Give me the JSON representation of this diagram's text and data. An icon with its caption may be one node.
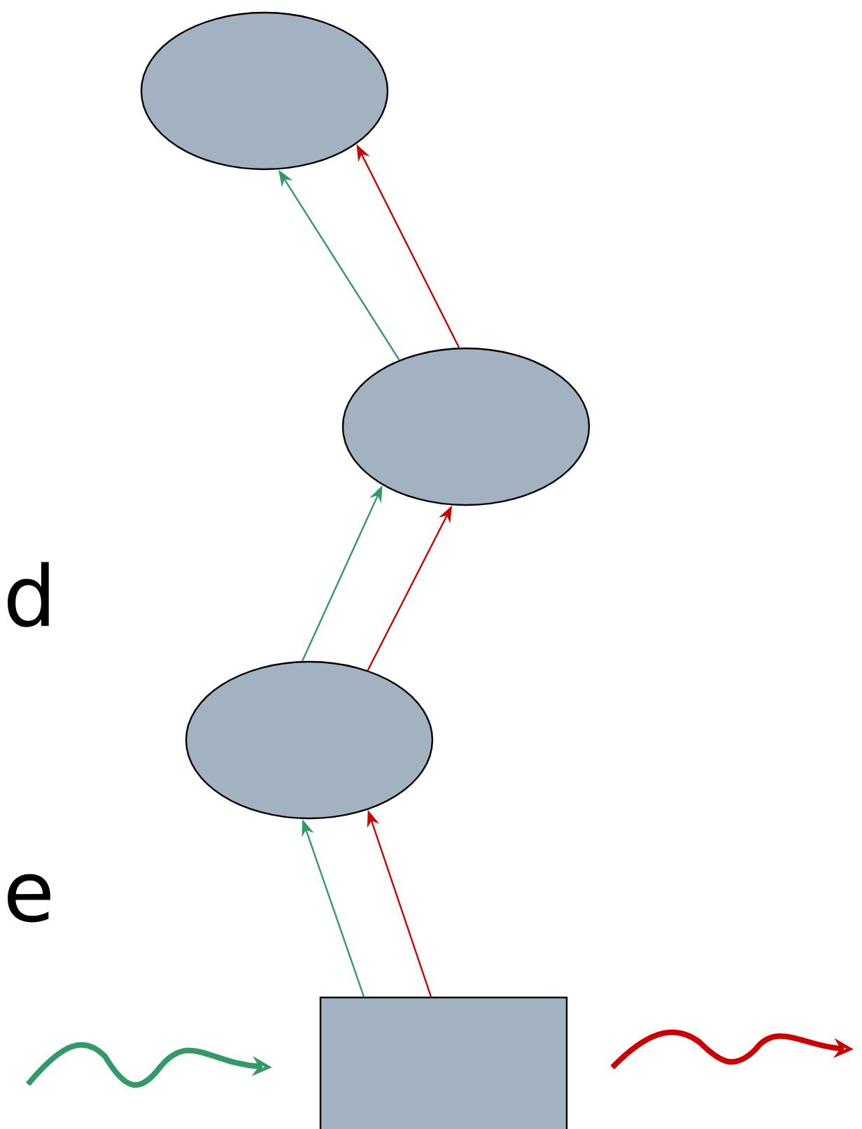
{
  "diagram": {
    "nodes": [
      {
        "text": [],
        "shape": "ellipse"
      },
      {
        "text": [],
        "shape": "ellipse"
      },
      {
        "text": [],
        "shape": "ellipse"
      },
      {
        "text": [],
        "shape": "box"
      }
    ],
    "edges": [
      {
        "from": 3,
        "to": 2,
        "arrow": "to",
        "color": "#339966"
      },
      {
        "from": 3,
        "to": 2,
        "arrow": "to",
        "color": "#cc0000"
      },
      {
        "from": 2,
        "to": 1,
        "arrow": "to",
        "color": "#339966"
      },
      {
        "from": 2,
        "to": 1,
        "arrow": "to",
        "color": "#cc0000"
      },
      {
        "from": 1,
        "to": 0,
        "arrow": "to",
        "color": "#339966"
      },
      {
        "from": 1,
        "to": 0,
        "arrow": "to",
        "color": "#cc0000"
      },
      {
        "from": null,
        "to": 3,
        "arrow": "to",
        "style": "thick",
        "color": "#339966"
      },
      {
        "from": 3,
        "to": null,
        "arrow": "to",
        "style": "thick",
        "color": "#cc0000"
      }
    ],
    "labels": [
      "d",
      "e"
    ]
  }
}
